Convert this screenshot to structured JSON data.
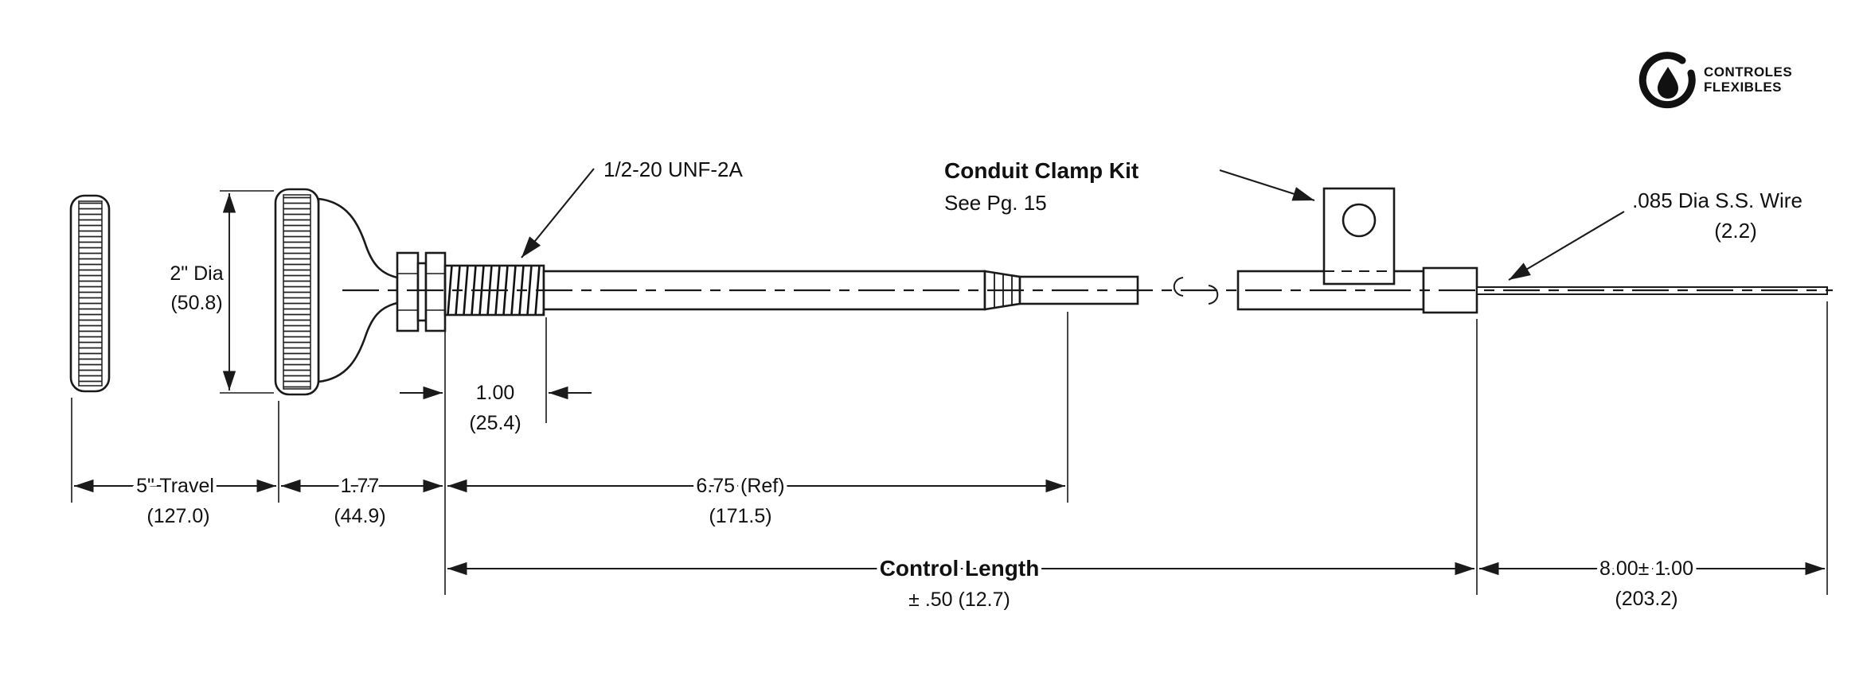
{
  "logo": {
    "line1": "CONTROLES",
    "line2": "FLEXIBLES"
  },
  "callouts": {
    "thread_spec": "1/2-20 UNF-2A",
    "clamp_title": "Conduit Clamp Kit",
    "clamp_ref": "See Pg. 15",
    "wire_spec": ".085 Dia S.S. Wire",
    "wire_metric": "(2.2)"
  },
  "dimensions": {
    "knob_diameter": {
      "imperial": "2\" Dia",
      "metric": "(50.8)"
    },
    "travel": {
      "imperial": "5\" Travel",
      "metric": "(127.0)"
    },
    "hub_length": {
      "imperial": "1.77",
      "metric": "(44.9)"
    },
    "thread_length": {
      "imperial": "1.00",
      "metric": "(25.4)"
    },
    "reference_length": {
      "imperial": "6.75 (Ref)",
      "metric": "(171.5)"
    },
    "control_length": {
      "label": "Control Length",
      "tolerance": "± .50 (12.7)"
    },
    "wire_extension": {
      "imperial": "8.00± 1.00",
      "metric": "(203.2)"
    }
  }
}
